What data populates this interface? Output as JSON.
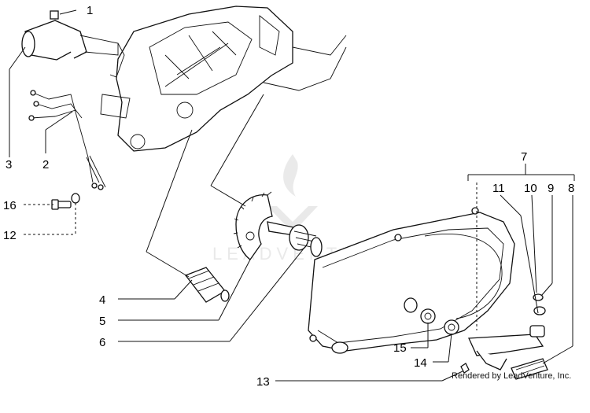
{
  "callouts": {
    "c1": "1",
    "c2": "2",
    "c3": "3",
    "c4": "4",
    "c5": "5",
    "c6": "6",
    "c7": "7",
    "c8": "8",
    "c9": "9",
    "c10": "10",
    "c11": "11",
    "c12": "12",
    "c13": "13",
    "c14": "14",
    "c15": "15",
    "c16": "16"
  },
  "watermark": "LEADVENTURE",
  "credit": "Rendered by LeadVenture, Inc."
}
